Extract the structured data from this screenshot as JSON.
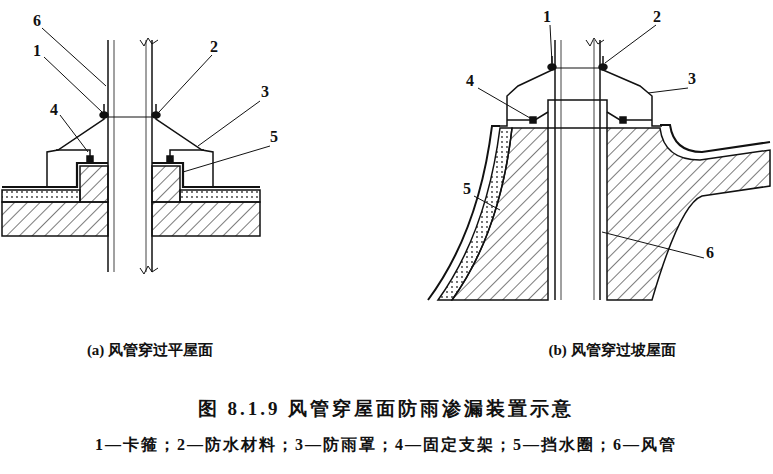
{
  "diagram": {
    "caption": "图 8.1.9 风管穿屋面防雨渗漏装置示意",
    "labels": [
      "6",
      "1",
      "2",
      "4",
      "3",
      "5",
      "1",
      "2",
      "4",
      "3",
      "5",
      "6",
      "(a) 风管穿过平屋面",
      "(b) 风管穿过坡屋面",
      "1—卡箍；2—防水材料；3—防雨罩；4—固定支架；5—挡水圈；6—风管"
    ]
  }
}
